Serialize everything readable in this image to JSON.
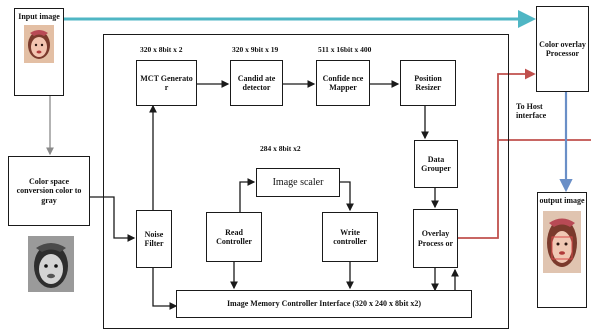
{
  "blocks": {
    "input_image": "Input image",
    "color_space": "Color space conversion color to gray",
    "mct_generator": "MCT Generato r",
    "candidate_detector": "Candid ate detector",
    "confidence_mapper": "Confide nce Mapper",
    "position_resizer": "Position Resizer",
    "data_grouper": "Data Grouper",
    "overlay_processor": "Overlay Process or",
    "image_scaler": "Image scaler",
    "noise_filter": "Noise Filter",
    "read_controller": "Read Controller",
    "write_controller": "Write controller",
    "memory_interface": "Image Memory Controller Interface (320 x 240 x 8bit x2)",
    "color_overlay_processor": "Color overlay Processor",
    "output_image": "output image"
  },
  "annotations": {
    "mct_size": "320 x 8bit x 2",
    "candidate_size": "320 x 9bit x 19",
    "confidence_size": "511 x 16bit x 400",
    "scaler_size": "284 x 8bit x2",
    "host_interface": "To Host interface"
  },
  "colors": {
    "teal_arrow": "#4fb6c4",
    "red_line": "#c0504d",
    "blue_arrow": "#6a8fc7",
    "black_line": "#1a1a1a"
  }
}
